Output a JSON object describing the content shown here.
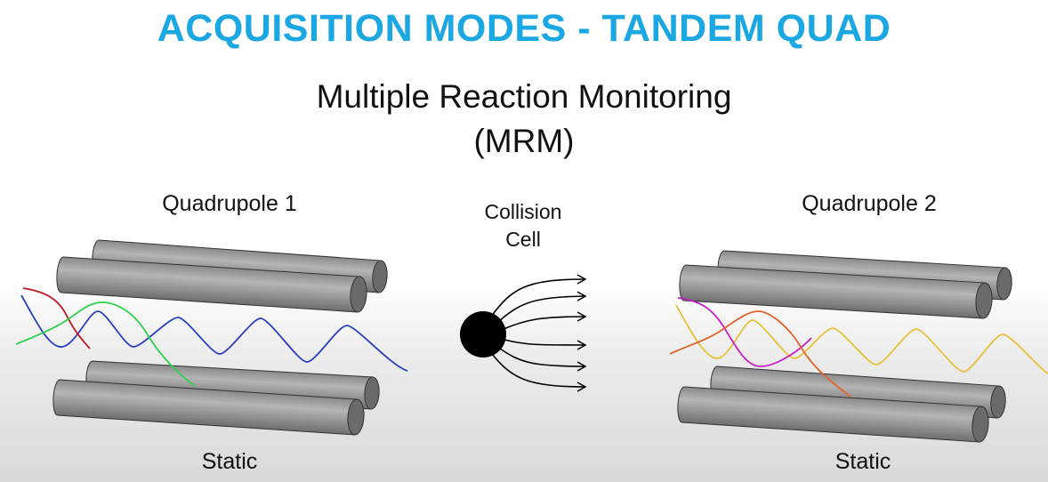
{
  "title": "ACQUISITION MODES - TANDEM QUAD",
  "subtitle_line1": "Multiple Reaction Monitoring",
  "subtitle_line2": "(MRM)",
  "quadrupole1": {
    "label": "Quadrupole 1",
    "mode": "Static"
  },
  "collision_cell": {
    "line1": "Collision",
    "line2": "Cell"
  },
  "quadrupole2": {
    "label": "Quadrupole 2",
    "mode": "Static"
  },
  "colors": {
    "title": "#1ba8e2",
    "ion_blue": "#2a3fbf",
    "ion_red": "#c0161e",
    "ion_green": "#2ed14a",
    "ion_yellow": "#e6c23a",
    "ion_magenta": "#c21fc4",
    "ion_orange": "#e0632a"
  }
}
